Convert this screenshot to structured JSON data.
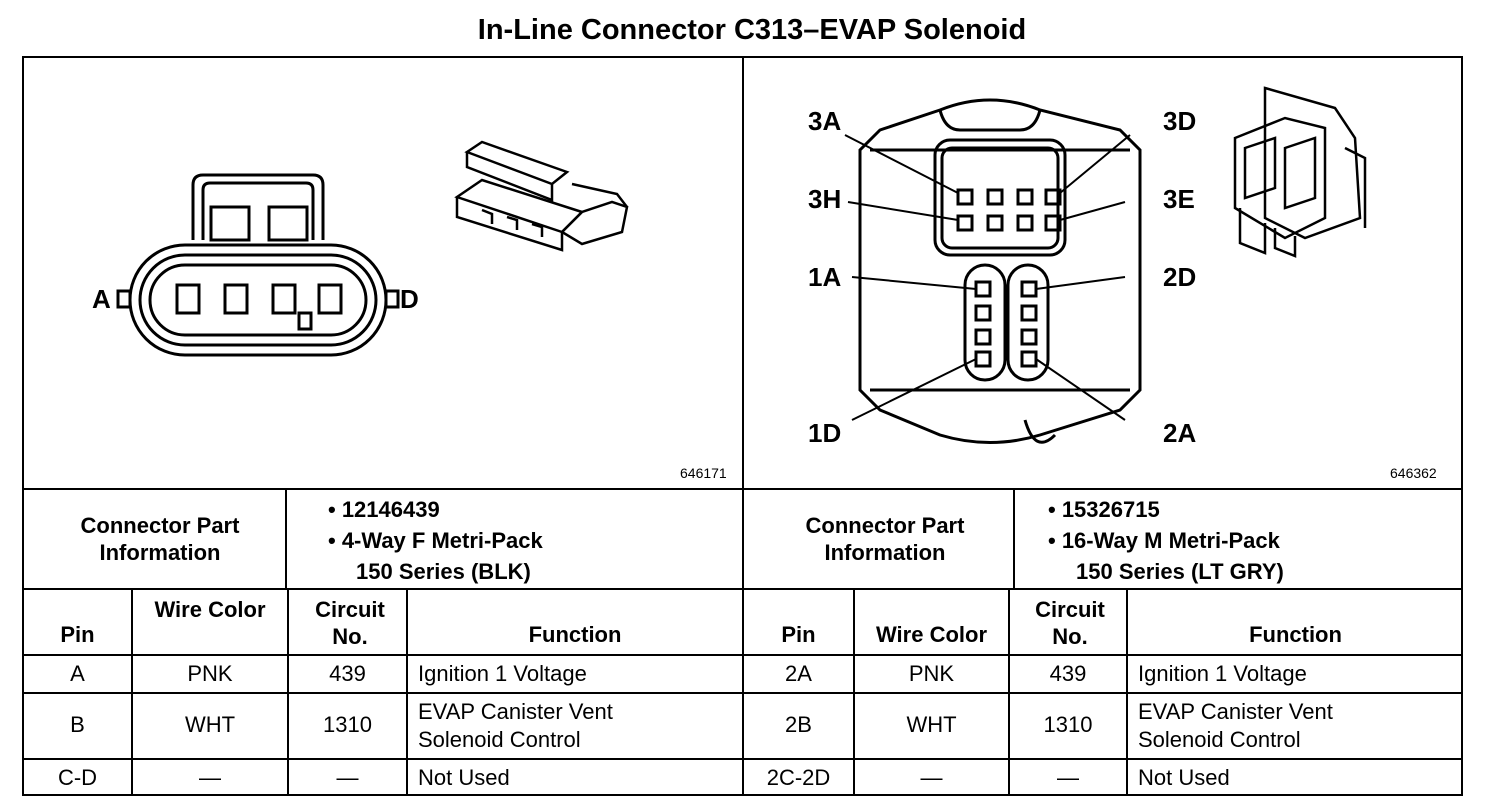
{
  "title": "In-Line Connector C313–EVAP Solenoid",
  "left": {
    "figure_id": "646171",
    "pin_labels": {
      "a": "A",
      "d": "D"
    },
    "connector_label": "Connector Part Information",
    "part_number": "• 12146439",
    "desc_line1": "• 4-Way F Metri-Pack",
    "desc_line2": "150 Series (BLK)",
    "headers": {
      "pin": "Pin",
      "wire_color": "Wire Color",
      "circuit": "Circuit No.",
      "function": "Function"
    },
    "rows": [
      {
        "pin": "A",
        "wire": "PNK",
        "circuit": "439",
        "function1": "Ignition 1 Voltage",
        "function2": ""
      },
      {
        "pin": "B",
        "wire": "WHT",
        "circuit": "1310",
        "function1": "EVAP Canister Vent",
        "function2": "Solenoid Control"
      },
      {
        "pin": "C-D",
        "wire": "—",
        "circuit": "—",
        "function1": "Not Used",
        "function2": ""
      }
    ]
  },
  "right": {
    "figure_id": "646362",
    "pin_labels": {
      "l3a": "3A",
      "l3d": "3D",
      "l3h": "3H",
      "l3e": "3E",
      "l1a": "1A",
      "l2d": "2D",
      "l1d": "1D",
      "l2a": "2A"
    },
    "connector_label": "Connector Part Information",
    "part_number": "• 15326715",
    "desc_line1": "• 16-Way M Metri-Pack",
    "desc_line2": "150 Series (LT GRY)",
    "headers": {
      "pin": "Pin",
      "wire_color": "Wire Color",
      "circuit": "Circuit No.",
      "function": "Function"
    },
    "rows": [
      {
        "pin": "2A",
        "wire": "PNK",
        "circuit": "439",
        "function1": "Ignition 1 Voltage",
        "function2": ""
      },
      {
        "pin": "2B",
        "wire": "WHT",
        "circuit": "1310",
        "function1": "EVAP Canister Vent",
        "function2": "Solenoid Control"
      },
      {
        "pin": "2C-2D",
        "wire": "—",
        "circuit": "—",
        "function1": "Not Used",
        "function2": ""
      }
    ]
  }
}
